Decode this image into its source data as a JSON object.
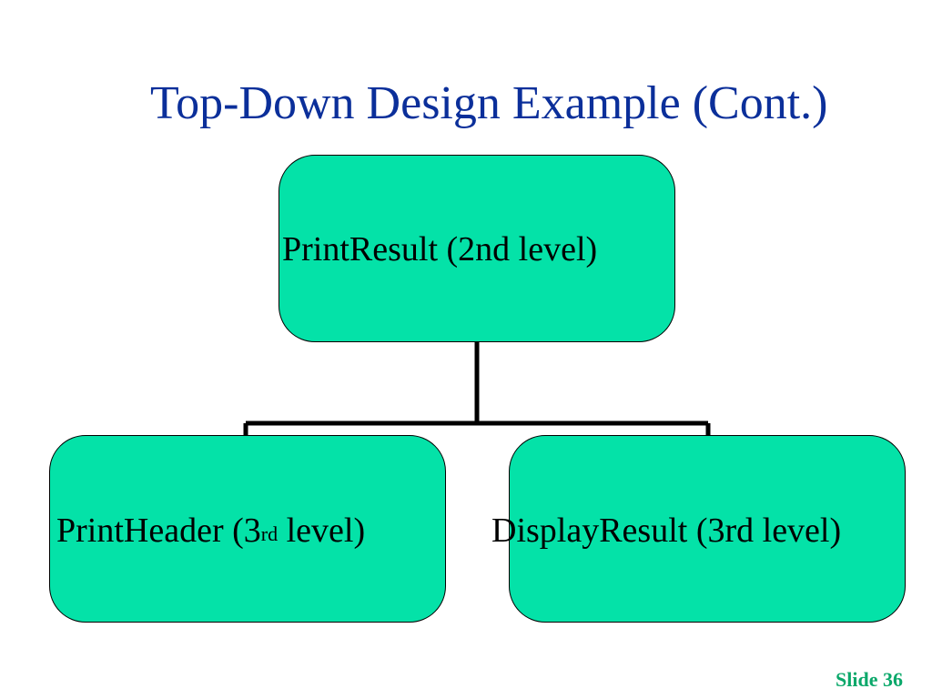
{
  "slide": {
    "title": "Top-Down Design Example (Cont.)",
    "slide_number": "Slide 36"
  },
  "diagram": {
    "root": {
      "label": "PrintResult (2nd level)"
    },
    "children": [
      {
        "label_prefix": "PrintHeader (3",
        "label_sup": "rd",
        "label_suffix": " level)"
      },
      {
        "label": "DisplayResult (3rd level)"
      }
    ]
  },
  "colors": {
    "title": "#0b2f9a",
    "node_fill": "#04e2a8",
    "slide_number": "#0aa86a"
  }
}
